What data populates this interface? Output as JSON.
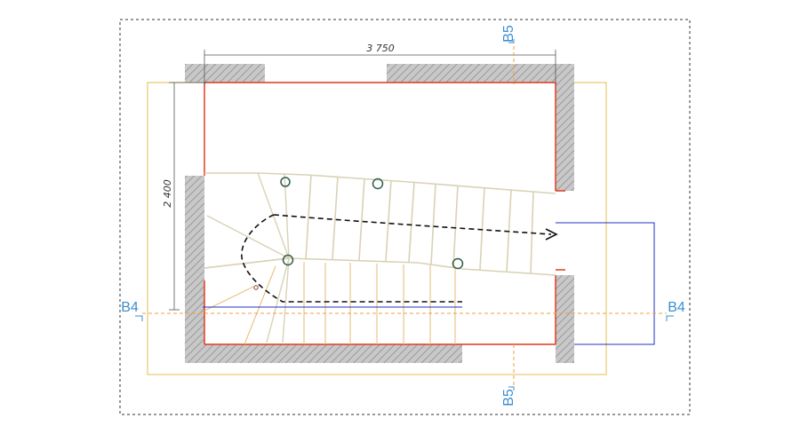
{
  "drawing": {
    "title": "",
    "dimensions": {
      "width_label": "3 750",
      "height_label": "2 400"
    },
    "section_markers": {
      "horizontal_left": "B4",
      "horizontal_right": "B4",
      "vertical_top": "B5",
      "vertical_bottom": "B5"
    },
    "colors": {
      "frame": "#333333",
      "wall_fill": "#c8c8c8",
      "wall_hatch": "#9a9a9a",
      "inner_outline": "#e03a1e",
      "outer_outline": "#e8c86a",
      "stair_line": "#d8d2b4",
      "stair_lower_line": "#e8c080",
      "walk_line": "#111111",
      "section_line": "#f0a040",
      "section_text": "#3a8ed0",
      "landing_outline": "#2030c0",
      "post": "#2e5e4a"
    }
  }
}
